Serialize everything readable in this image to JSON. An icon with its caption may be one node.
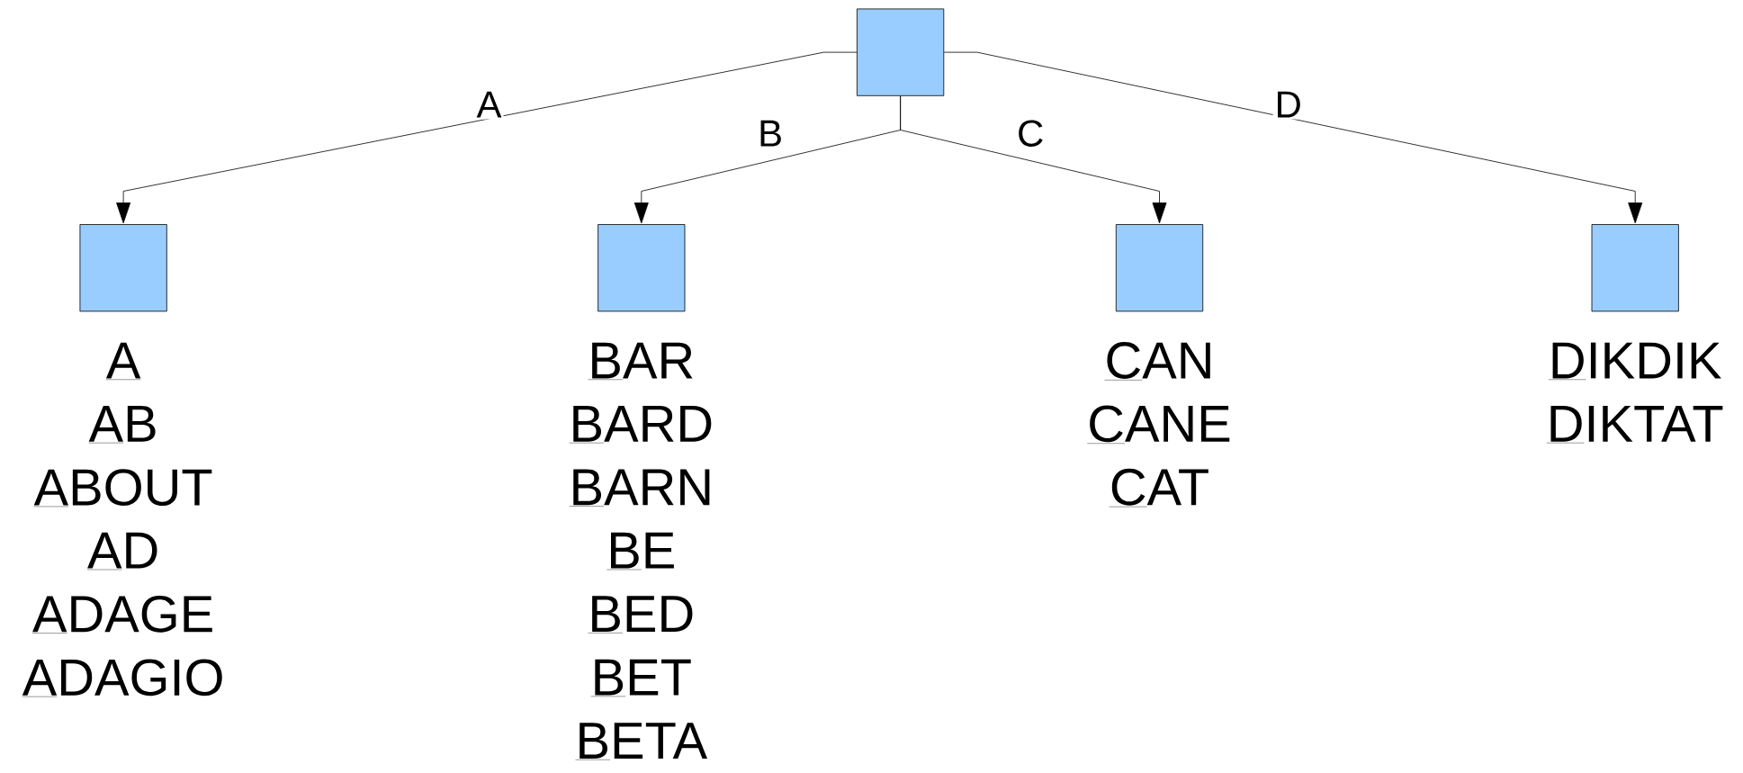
{
  "diagram": {
    "nodes": [
      {
        "text": [],
        "shape": "box"
      },
      {
        "text": [],
        "shape": "box",
        "beside": [
          "A",
          "AB",
          "ABOUT",
          "AD",
          "ADAGE",
          "ADAGIO"
        ]
      },
      {
        "text": [],
        "shape": "box",
        "beside": [
          "BAR",
          "BARD",
          "BARN",
          "BE",
          "BED",
          "BET",
          "BETA"
        ]
      },
      {
        "text": [],
        "shape": "box",
        "beside": [
          "CAN",
          "CANE",
          "CAT"
        ]
      },
      {
        "text": [],
        "shape": "box",
        "beside": [
          "DIKDIK",
          "DIKTAT"
        ]
      }
    ],
    "edges": [
      {
        "from": 0,
        "to": 1,
        "arrow": "to",
        "label": "A"
      },
      {
        "from": 0,
        "to": 2,
        "arrow": "to",
        "label": "B"
      },
      {
        "from": 0,
        "to": 3,
        "arrow": "to",
        "label": "C"
      },
      {
        "from": 0,
        "to": 4,
        "arrow": "to",
        "label": "D"
      }
    ]
  }
}
